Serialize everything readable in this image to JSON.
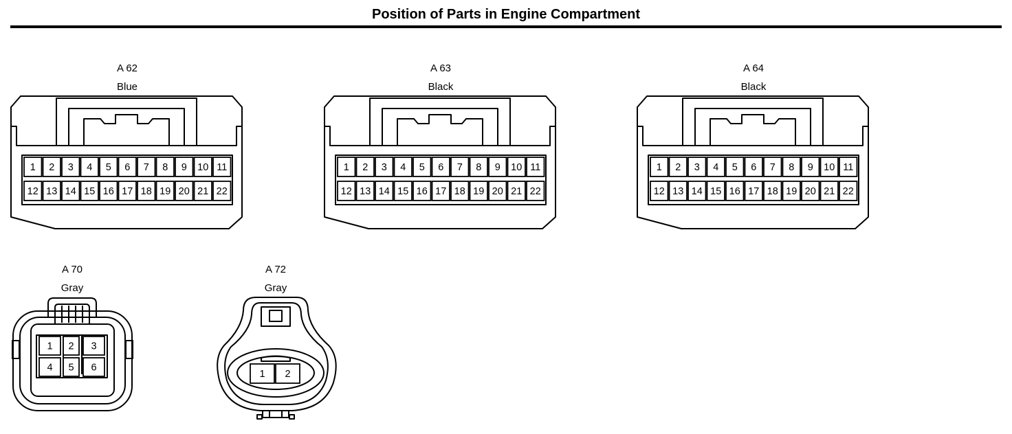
{
  "header": {
    "title": "Position of Parts in Engine Compartment"
  },
  "connectors": {
    "a62": {
      "code": "A 62",
      "color": "Blue",
      "pins_top": [
        "1",
        "2",
        "3",
        "4",
        "5",
        "6",
        "7",
        "8",
        "9",
        "10",
        "11"
      ],
      "pins_bottom": [
        "12",
        "13",
        "14",
        "15",
        "16",
        "17",
        "18",
        "19",
        "20",
        "21",
        "22"
      ]
    },
    "a63": {
      "code": "A 63",
      "color": "Black",
      "pins_top": [
        "1",
        "2",
        "3",
        "4",
        "5",
        "6",
        "7",
        "8",
        "9",
        "10",
        "11"
      ],
      "pins_bottom": [
        "12",
        "13",
        "14",
        "15",
        "16",
        "17",
        "18",
        "19",
        "20",
        "21",
        "22"
      ]
    },
    "a64": {
      "code": "A 64",
      "color": "Black",
      "pins_top": [
        "1",
        "2",
        "3",
        "4",
        "5",
        "6",
        "7",
        "8",
        "9",
        "10",
        "11"
      ],
      "pins_bottom": [
        "12",
        "13",
        "14",
        "15",
        "16",
        "17",
        "18",
        "19",
        "20",
        "21",
        "22"
      ]
    },
    "a70": {
      "code": "A 70",
      "color": "Gray",
      "pins_top": [
        "1",
        "2",
        "3"
      ],
      "pins_bottom": [
        "4",
        "5",
        "6"
      ]
    },
    "a72": {
      "code": "A 72",
      "color": "Gray",
      "pins": [
        "1",
        "2"
      ]
    }
  }
}
